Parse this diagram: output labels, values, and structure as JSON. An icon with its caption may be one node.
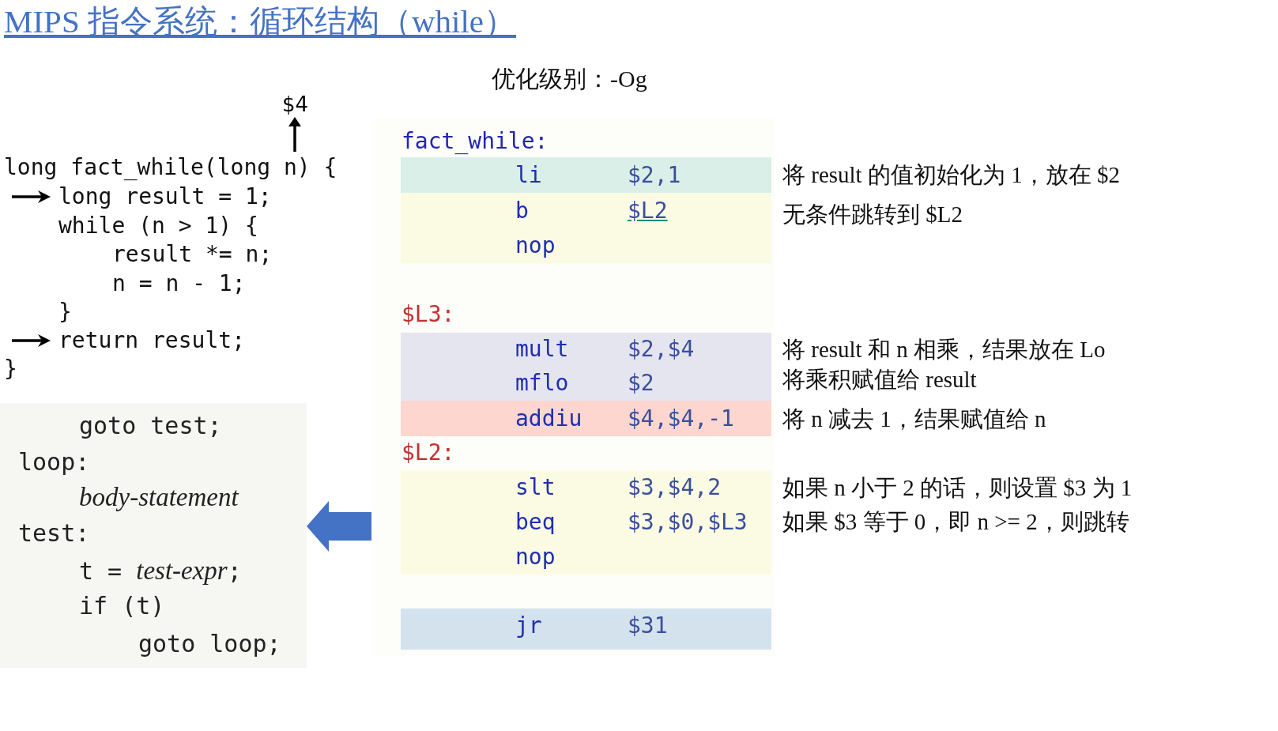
{
  "diagram": {
    "title": "MIPS 指令系统：循环结构（while）",
    "nodes": [
      {
        "text": [
          "$4"
        ]
      },
      {
        "text": [
          "goto test;",
          "loop:",
          "body-statement",
          "test:",
          "t = *test-expr*;",
          "if (t)",
          "goto loop;"
        ]
      },
      {
        "text": [
          "fact_while:",
          "$L3:",
          "$L2:"
        ]
      },
      {
        "text": [
          "li",
          "$2,1"
        ],
        "in": 2
      },
      {
        "text": [
          "b",
          "$L2",
          "nop"
        ],
        "in": 2
      },
      {
        "text": [
          "mult",
          "$2,$4",
          "mflo",
          "$2"
        ],
        "in": 2
      },
      {
        "text": [
          "addiu",
          "$4,$4,-1"
        ],
        "in": 2
      },
      {
        "text": [
          "slt",
          "$3,$4,2",
          "beq",
          "$3,$0,$L3",
          "nop"
        ],
        "in": 2
      },
      {
        "text": [
          "jr",
          "$31"
        ],
        "in": 2
      },
      {
        "text": [
          "long fact_while(long n) {"
        ]
      }
    ],
    "edges": [
      {
        "from": 9,
        "to": 0,
        "arrow": "to"
      },
      {
        "from": 2,
        "to": 1,
        "arrow": "to",
        "style": "thick",
        "color": "#4472c4"
      }
    ],
    "labels": [
      "优化级别：-Og",
      "long result = 1;",
      "while (n > 1) {",
      "result *= n;",
      "n = n - 1;",
      "}",
      "return result;",
      "}",
      "将 result 的值初始化为 1，放在 $2",
      "无条件跳转到 $L2",
      "将 result 和 n 相乘，结果放在 Lo",
      "将乘积赋值给 result",
      "将 n 减去 1，结果赋值给 n",
      "如果 n 小于 2 的话，则设置 $3 为 1",
      "如果 $3 等于 0，即 n >= 2，则跳转"
    ]
  }
}
